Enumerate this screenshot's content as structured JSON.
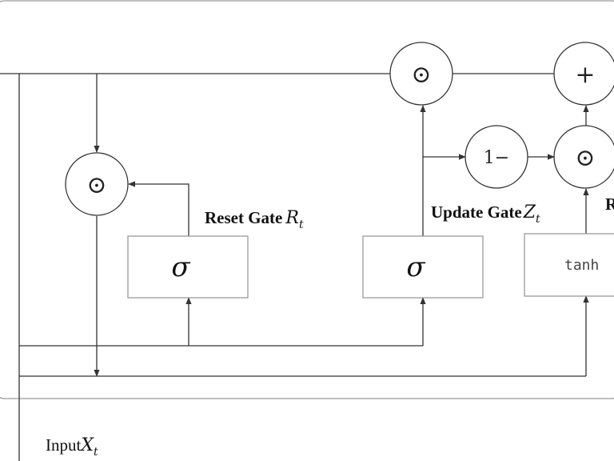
{
  "ops": {
    "hadamard": "⊙",
    "plus": "+",
    "one_minus": "1−"
  },
  "boxes": {
    "sigma": "σ",
    "tanh": "tanh"
  },
  "labels": {
    "reset_gate": "Reset Gate",
    "reset_var": "R",
    "reset_sub": "t",
    "update_gate": "Update Gate",
    "update_var": "Z",
    "update_sub": "t",
    "input_text": "Input",
    "input_var": "X",
    "input_sub": "t",
    "right_cut": "R"
  }
}
